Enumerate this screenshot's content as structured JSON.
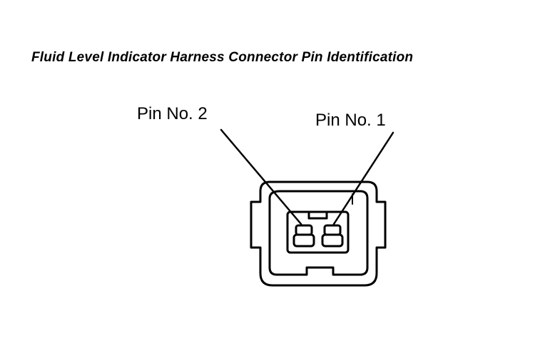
{
  "title": "Fluid Level Indicator Harness Connector Pin Identification",
  "labels": {
    "pin2": "Pin No. 2",
    "pin1": "Pin No. 1"
  },
  "colors": {
    "ink": "#000000",
    "paper": "#ffffff"
  }
}
